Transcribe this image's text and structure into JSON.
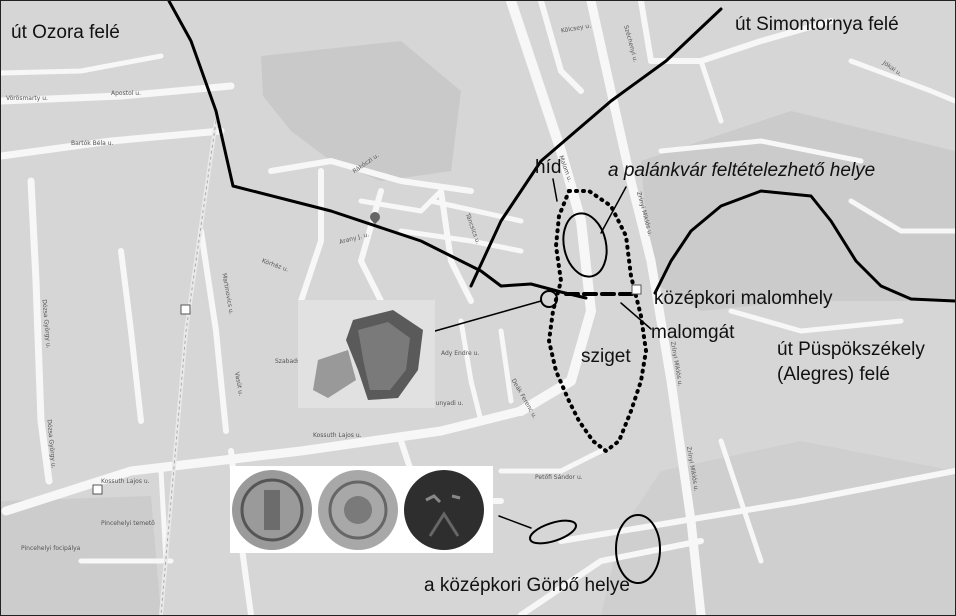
{
  "labels": {
    "ozora": "út Ozora felé",
    "simontornya": "út Simontornya felé",
    "hid": "híd",
    "palankvar": "a palánkvár feltételezhető helye",
    "malomhely": "középkori malomhely",
    "malomgat": "malomgát",
    "sziget": "sziget",
    "puspokszekely": "út Püspökszékely",
    "alegres": "(Alegres) felé",
    "gorbo": "a középkori Görbő helye"
  },
  "streets": {
    "s1": "Apostol u.",
    "s2": "Bartók Béla u.",
    "s3": "Vörösmarty u.",
    "s4": "Kossuth Lajos u.",
    "s5": "Kossuth Lajos u.",
    "s6": "Zrínyi Miklós u.",
    "s7": "Zrínyi Miklós u.",
    "s8": "Zrínyi Miklós u.",
    "s9": "Deák Ferenc u.",
    "s10": "Petőfi Sándor u.",
    "s11": "Dózsa György u.",
    "s12": "Dózsa György u.",
    "s13": "Malom u.",
    "s14": "Szabadság tér",
    "s15": "Pincehelyi temető",
    "s16": "Pincehelyi focipálya",
    "s17": "Kórház u.",
    "s18": "Arany J. u.",
    "s19": "Táncsics u.",
    "s20": "Rákóczi u.",
    "s21": "Kölcsey u.",
    "s22": "Széchenyi u.",
    "s23": "Jókai u.",
    "s24": "Martinovics u.",
    "s25": "Hunyadi u.",
    "s26": "Ady Endre u.",
    "s27": "Vasút u."
  },
  "colors": {
    "map_background": "#d6d6d6",
    "road": "#f7f7f7",
    "route_line": "#000000"
  },
  "icons": {
    "location_pin": "map-pin-icon",
    "route_marker": "route-shield-icon"
  }
}
